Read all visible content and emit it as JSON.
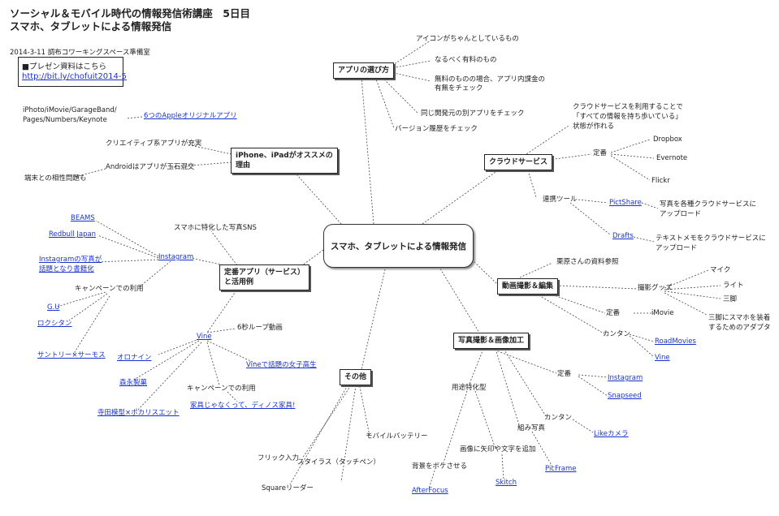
{
  "header": {
    "title_line1": "ソーシャル＆モバイル時代の情報発信術講座　5日目",
    "title_line2": "スマホ、タブレットによる情報発信",
    "date_venue": "2014-3-11 調布コワーキングスペース準備室",
    "pres_label": "■プレゼン資料はこちら",
    "pres_link": "http://bit.ly/chofuit2014-5"
  },
  "center": "スマホ、タブレットによる情報発信",
  "branches": {
    "apps": {
      "label": "アプリの選び方",
      "items": [
        "アイコンがちゃんとしているもの",
        "なるべく有料のもの",
        "無料のものの場合、アプリ内課金の",
        "有無をチェック",
        "同じ開発元の別アプリをチェック",
        "バージョン履歴をチェック"
      ]
    },
    "iphone": {
      "label_line1": "iPhone、iPadがオススメの",
      "label_line2": "理由",
      "apple_apps": "6つのAppleオリジナルアプリ",
      "apple_list_line1": "iPhoto/iMovie/GarageBand/",
      "apple_list_line2": "Pages/Numbers/Keynote",
      "creative": "クリエイティブ系アプリが充実",
      "android": "Androidはアプリが玉石混交",
      "compat": "端末との相性問題も"
    },
    "cloud": {
      "label": "クラウドサービス",
      "desc_line1": "クラウドサービスを利用することで",
      "desc_line2": "「すべての情報を持ち歩いている」",
      "desc_line3": "状態が作れる",
      "standard": "定番",
      "dropbox": "Dropbox",
      "evernote": "Evernote",
      "flickr": "Flickr",
      "tools": "連携ツール",
      "pictshare": "PictShare",
      "pictshare_desc1": "写真を各種クラウドサービスに",
      "pictshare_desc2": "アップロード",
      "drafts": "Drafts",
      "drafts_desc1": "テキストメモをクラウドサービスに",
      "drafts_desc2": "アップロード"
    },
    "video": {
      "label": "動画撮影＆編集",
      "ref": "栗原さんの資料参照",
      "goods": "撮影グッズ",
      "mic": "マイク",
      "light": "ライト",
      "tripod": "三脚",
      "adapter1": "三脚にスマホを装着",
      "adapter2": "するためのアダプタ",
      "standard": "定番",
      "imovie": "iMovie",
      "easy": "カンタン",
      "roadmovies": "RoadMovies",
      "vine": "Vine"
    },
    "photo": {
      "label": "写真撮影＆画像加工",
      "purpose": "用途特化型",
      "bokeh": "背景をボケさせる",
      "afterfocus": "AfterFocus",
      "arrow": "画像に矢印や文字を追加",
      "skitch": "Skitch",
      "collage": "組み写真",
      "picframe": "PicFrame",
      "easy": "カンタン",
      "likecamera": "Likeカメラ",
      "standard": "定番",
      "instagram": "Instagram",
      "snapseed": "Snapseed"
    },
    "sns": {
      "label_line1": "定番アプリ（サービス）",
      "label_line2": "と活用例",
      "photo_sns": "スマホに特化した写真SNS",
      "instagram": "Instagram",
      "beams": "BEAMS",
      "redbull": "Redbull Japan",
      "insta_topic1": "Instagramの写真が",
      "insta_topic2": "話題となり書籍化",
      "campaign": "キャンペーンでの利用",
      "gu": "G.U",
      "loccitane": "ロクシタン",
      "suntory": "サントリー×サーモス",
      "loop": "6秒ループ動画",
      "vine": "Vine",
      "vine_girl": "Vineで話題の女子高生",
      "oronine": "オロナイン",
      "morinaga": "森永製菓",
      "vine_campaign": "キャンペーンでの利用",
      "dinos": "家具じゃなくって、ディノス家具!",
      "terada": "寺田模型×ポカリスエット"
    },
    "other": {
      "label": "その他",
      "battery": "モバイルバッテリー",
      "stylus": "スタイラス（タッチペン）",
      "flick": "フリック入力",
      "square": "Squareリーダー"
    }
  }
}
